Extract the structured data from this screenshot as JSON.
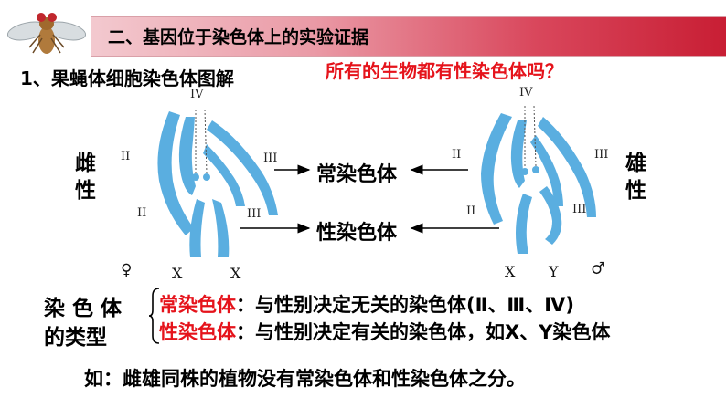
{
  "banner": {
    "title": "二、基因位于染色体上的实验证据"
  },
  "section_heading": "1、果蝇体细胞染色体图解",
  "question": "所有的生物都有性染色体吗？",
  "female": {
    "label": "雌性",
    "symbol": "♀",
    "roman_top": "IV",
    "roman_left1": "II",
    "roman_left2": "II",
    "roman_right1": "III",
    "roman_right2": "III",
    "sex_letters": [
      "X",
      "X"
    ]
  },
  "male": {
    "label": "雄性",
    "symbol": "♂",
    "roman_top": "IV",
    "roman_left1": "II",
    "roman_left2": "II",
    "roman_right1": "III",
    "roman_right2": "III",
    "sex_letters": [
      "X",
      "Y"
    ]
  },
  "arrows": {
    "autosome_label": "常染色体",
    "sex_chromosome_label": "性染色体"
  },
  "types": {
    "heading_line1": "染 色 体",
    "heading_line2": "的类型",
    "autosome_term": "常染色体",
    "autosome_desc": "：与性别决定无关的染色体(Ⅱ、Ⅲ、Ⅳ)",
    "sex_term": "性染色体",
    "sex_desc": "：与性别决定有关的染色体，如X、Y染色体"
  },
  "note": "如：雌雄同株的植物没有常染色体和性染色体之分。",
  "colors": {
    "chromosome": "#5aaee0",
    "accent_red": "#e5131b",
    "banner_end": "#c81e34"
  }
}
